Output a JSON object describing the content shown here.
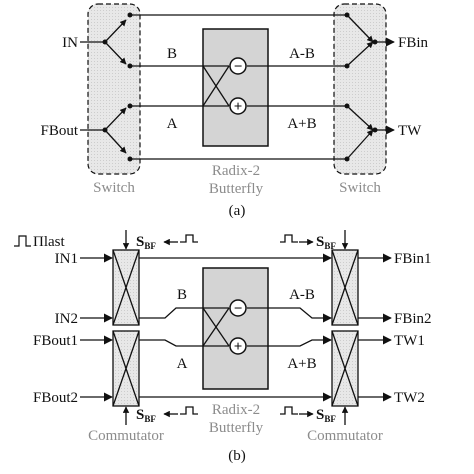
{
  "diagram_a": {
    "input_top": "IN",
    "input_bottom": "FBout",
    "output_top": "FBin",
    "output_bottom": "TW",
    "input_b": "B",
    "input_a": "A",
    "output_diff": "A-B",
    "output_sum": "A+B",
    "left_block": "Switch",
    "right_block": "Switch",
    "butterfly_line1": "Radix-2",
    "butterfly_line2": "Butterfly",
    "minus_symbol": "−",
    "plus_symbol": "+",
    "caption": "(a)"
  },
  "diagram_b": {
    "signal_name": "Πlast",
    "in1": "IN1",
    "in2": "IN2",
    "fbout1": "FBout1",
    "fbout2": "FBout2",
    "fbin1": "FBin1",
    "fbin2": "FBin2",
    "tw1": "TW1",
    "tw2": "TW2",
    "sbf_main": "S",
    "sbf_sub": "BF",
    "input_b": "B",
    "input_a": "A",
    "output_diff": "A-B",
    "output_sum": "A+B",
    "left_block": "Commutator",
    "right_block": "Commutator",
    "butterfly_line1": "Radix-2",
    "butterfly_line2": "Butterfly",
    "minus_symbol": "−",
    "plus_symbol": "+",
    "caption": "(b)"
  }
}
